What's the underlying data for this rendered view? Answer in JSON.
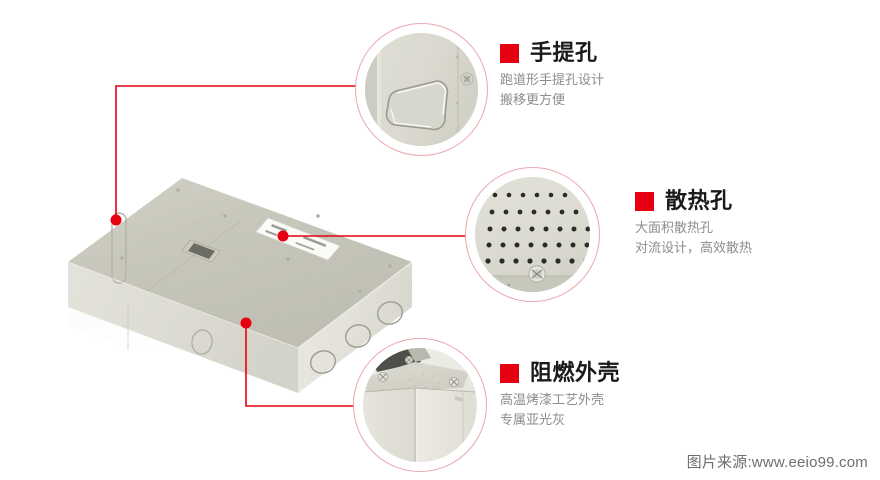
{
  "page": {
    "background_color": "#ffffff",
    "accent_red": "#e60012",
    "ring_color": "#eaa7ad",
    "body_text_color": "#8c8c8c",
    "title_text_color": "#1a1a1a"
  },
  "product": {
    "name": "metal-enclosure-power-supply-box",
    "body_color": "#dcdbd1",
    "top_face_color": "#c9c8bd",
    "front_face_color": "#e3e2da",
    "label_text": ""
  },
  "callouts": [
    {
      "id": "handle-hole",
      "title": "手提孔",
      "lines": [
        "跑道形手提孔设计",
        "搬移更方便"
      ],
      "inset_name": "handle-slot-photo"
    },
    {
      "id": "vent-holes",
      "title": "散热孔",
      "lines": [
        "大面积散热孔",
        "对流设计，高效散热"
      ],
      "inset_name": "vent-holes-photo"
    },
    {
      "id": "flame-retardant-shell",
      "title": "阻燃外壳",
      "lines": [
        "高温烤漆工艺外壳",
        "专属亚光灰"
      ],
      "inset_name": "corner-shell-photo"
    }
  ],
  "watermark": {
    "text": "图片来源:www.eeio99.com"
  }
}
